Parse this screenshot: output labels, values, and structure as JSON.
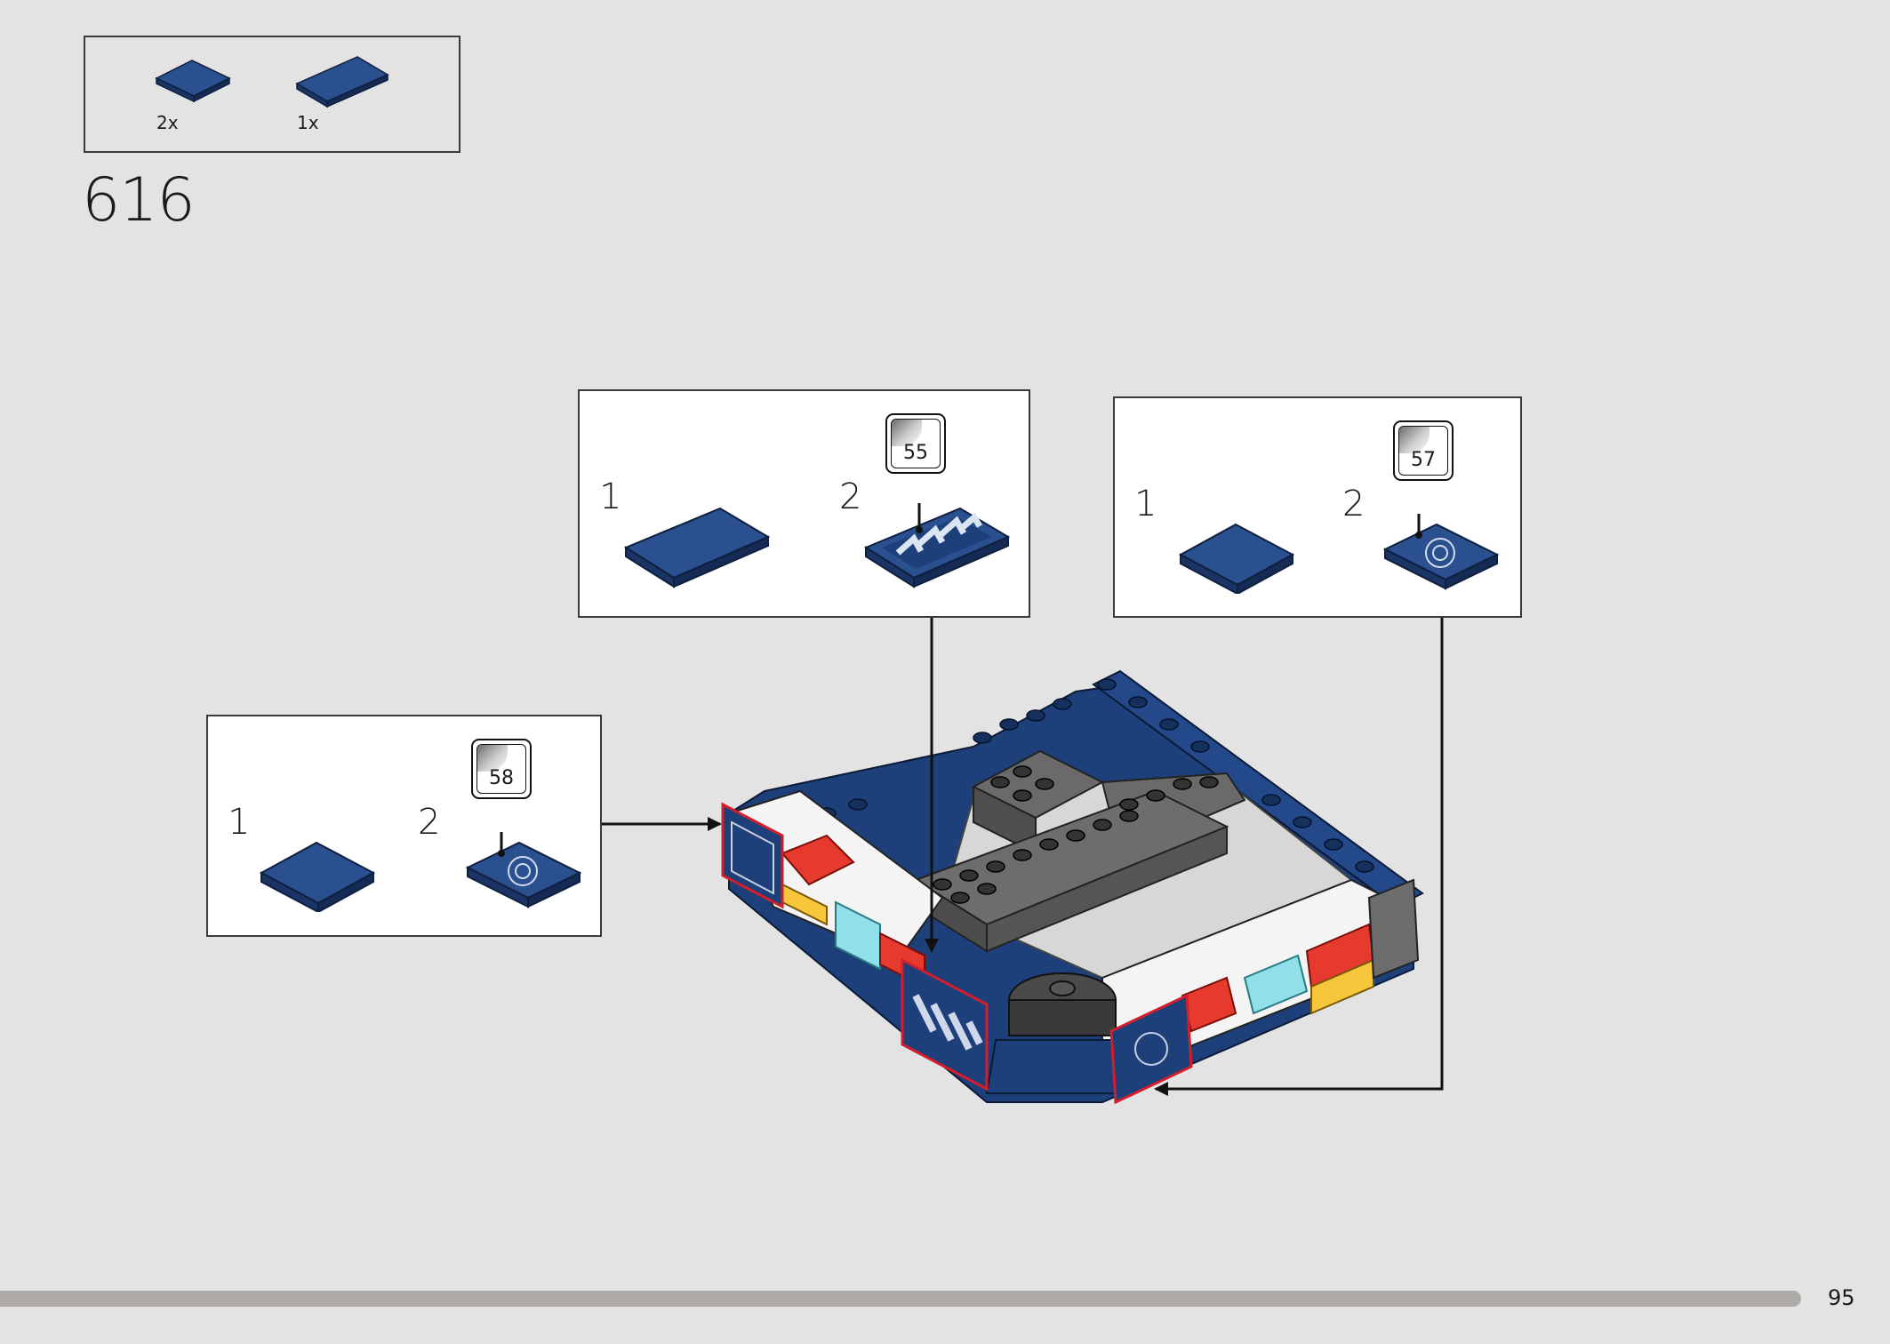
{
  "parts_list": {
    "items": [
      {
        "quantity": "2x",
        "color": "#1d3f7a",
        "shape": "tile-2x2"
      },
      {
        "quantity": "1x",
        "color": "#1d3f7a",
        "shape": "tile-2x3"
      }
    ]
  },
  "step": {
    "number": "616"
  },
  "callouts": {
    "top_left": {
      "substep_1": "1",
      "substep_2": "2",
      "sticker": "55"
    },
    "top_right": {
      "substep_1": "1",
      "substep_2": "2",
      "sticker": "57"
    },
    "left": {
      "substep_1": "1",
      "substep_2": "2",
      "sticker": "58"
    }
  },
  "colors": {
    "background": "#e3e3e3",
    "dark_blue": "#1d3f7a",
    "dark_gray": "#5f5f5f",
    "red_outline": "#d21f2b"
  },
  "page": {
    "number": "95"
  }
}
